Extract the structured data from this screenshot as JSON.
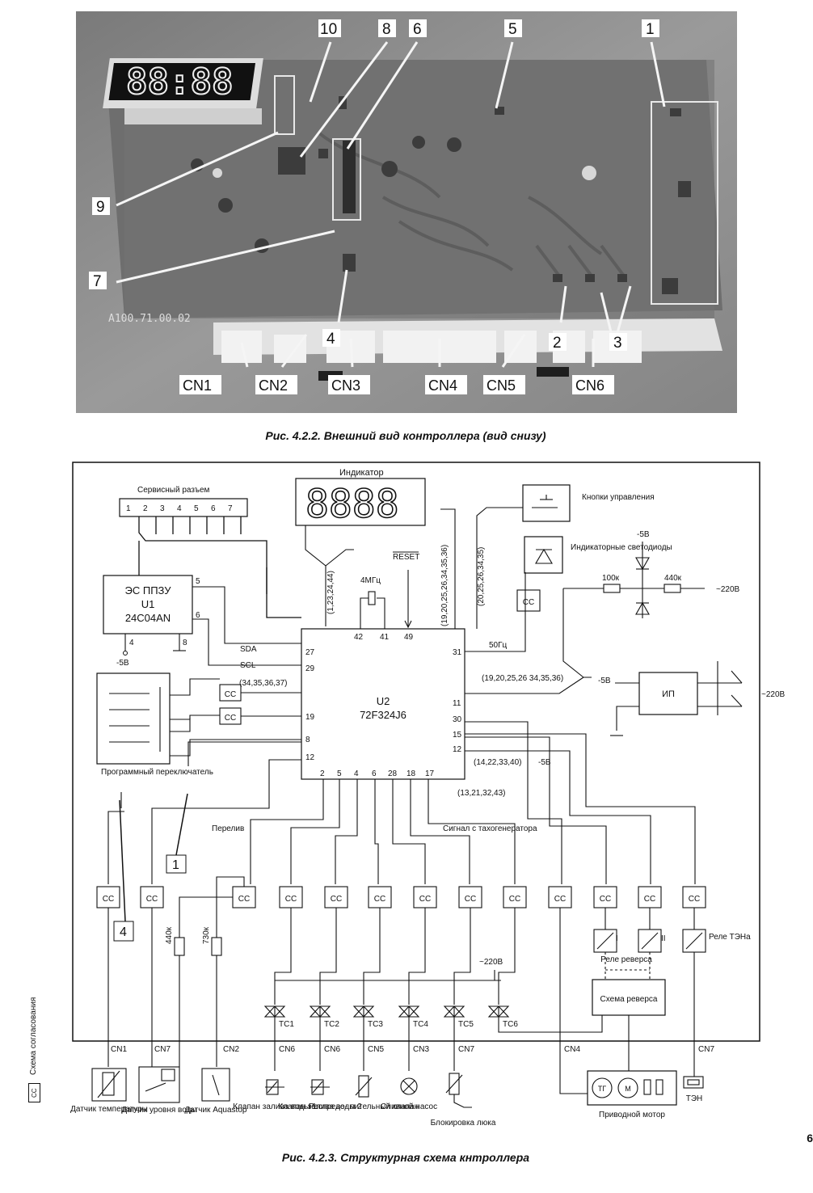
{
  "photo": {
    "callouts": [
      "10",
      "8",
      "6",
      "5",
      "1",
      "9",
      "7",
      "4",
      "2",
      "3"
    ],
    "connectors": [
      "CN1",
      "CN2",
      "CN3",
      "CN4",
      "CN5",
      "CN6"
    ],
    "display_text": "88:88",
    "board_marking": "A100.71.00.02"
  },
  "caption1": "Рис. 4.2.2. Внешний вид контроллера (вид снизу)",
  "caption2": "Рис. 4.2.3. Структурная схема кнтроллера",
  "legend": {
    "box": "СС",
    "text": "Схема согласования"
  },
  "diagram": {
    "indicator_title": "Индикатор",
    "indicator_digits": "8888",
    "service_title": "Сервисный разъем",
    "service_pins": [
      "1",
      "2",
      "3",
      "4",
      "5",
      "6",
      "7"
    ],
    "buttons": "Кнопки управления",
    "leds": "Индикаторные светодиоды",
    "eeprom": {
      "line1": "ЭС ППЗУ",
      "line2": "U1",
      "line3": "24C04AN",
      "pin5": "5",
      "pin6": "6",
      "pin4": "4",
      "pin8": "8",
      "supply": "-5В"
    },
    "mcu": {
      "line1": "U2",
      "line2": "72F324J6"
    },
    "mcu_pins": {
      "top": [
        "42",
        "41",
        "49"
      ],
      "left": [
        "27",
        "29",
        "19",
        "8",
        "12"
      ],
      "right": [
        "31",
        "11",
        "30",
        "15",
        "12"
      ],
      "bottom": [
        "2",
        "5",
        "4",
        "6",
        "28",
        "18",
        "17"
      ]
    },
    "labels": {
      "sda": "SDA",
      "scl": "SCL",
      "reset": "RESET",
      "crystal": "4МГц",
      "bus1": "(1,23,24,44)",
      "bus2": "(19,20,25,26,34,35,36)",
      "bus3": "(20,25,26,34,35)",
      "bus4": "(34,35,36,37)",
      "bus5": "(19,20,25,26 34,35,36)",
      "f50": "50Гц",
      "minus5a": "-5В",
      "minus5b": "-5В",
      "minus5c": "-5В",
      "pwr_pins": "(14,22,33,40)",
      "gnd_pins": "(13,21,32,43)",
      "r100": "100к",
      "r440": "440к",
      "v220a": "~220В",
      "v220b": "~220В",
      "v220c": "~220В",
      "psu": "ИП",
      "switch": "Программный переключатель",
      "overflow": "Перелив",
      "tacho": "Сигнал с тахогенератора",
      "r440v": "440к",
      "r730v": "730к",
      "rev_relay": "Реле реверса",
      "ten_relay": "Реле ТЭНа",
      "rev_scheme": "Схема реверса",
      "rI": "I",
      "rII": "II",
      "mark1": "1",
      "mark4": "4"
    },
    "cc": "СС",
    "triacs": [
      "ТС1",
      "ТС2",
      "ТС3",
      "ТС4",
      "ТС5",
      "ТС6"
    ],
    "connectors": [
      "CN1",
      "CN7",
      "CN2",
      "CN6",
      "CN6",
      "CN5",
      "CN3",
      "CN7",
      "CN4",
      "CN7"
    ],
    "devices": [
      "Датчик температуры",
      "Датчик уровня воды",
      "Датчик Aquastop",
      "Клапан залива воды 1",
      "Клапан залива воды 2",
      "Распреде- лительный клапан",
      "Сливной насос",
      "Блокировка люка",
      "Приводной мотор",
      "ТЭН"
    ],
    "motor": {
      "tg": "ТГ",
      "m": "М"
    }
  },
  "page_number": "6"
}
